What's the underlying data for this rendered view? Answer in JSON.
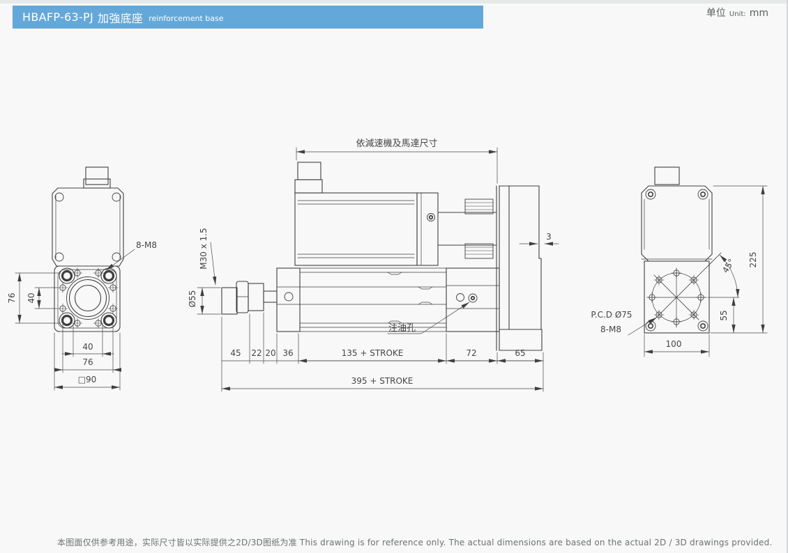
{
  "header": {
    "model": "HBAFP-63-PJ",
    "title_cn": "加強底座",
    "title_en": "reinforcement base",
    "unit_cn": "单位",
    "unit_en": "Unit:",
    "unit_value": "mm"
  },
  "colors": {
    "header_bar": "#64a8d9",
    "line": "#3f3f3f",
    "dim_text": "#454545"
  },
  "front_view": {
    "bolt_label": "8-M8",
    "dim_v_outer": "76",
    "dim_v_inner": "40",
    "dim_h_inner": "40",
    "dim_h_mid": "76",
    "dim_h_outer": "□90"
  },
  "side_view": {
    "top_note": "依減速機及馬達尺寸",
    "thread_label": "M30 x 1.5",
    "rod_dia": "Ø55",
    "oil_hole_label": "注油孔",
    "plate_thickness": "3",
    "seg_45": "45",
    "seg_22": "22",
    "seg_20": "20",
    "seg_36": "36",
    "seg_stroke": "135 + STROKE",
    "seg_72": "72",
    "seg_65": "65",
    "total_length": "395 + STROKE"
  },
  "rear_view": {
    "pcd_label": "P.C.D Ø75",
    "bolt_label": "8-M8",
    "angle": "45°",
    "dim_height": "225",
    "dim_offset": "55",
    "dim_width": "100"
  },
  "footer": {
    "disclaimer": "本图面仅供参考用途，实际尺寸皆以实际提供之2D/3D图纸为准 This drawing is for reference only. The actual dimensions are based on the actual 2D / 3D drawings provided."
  }
}
